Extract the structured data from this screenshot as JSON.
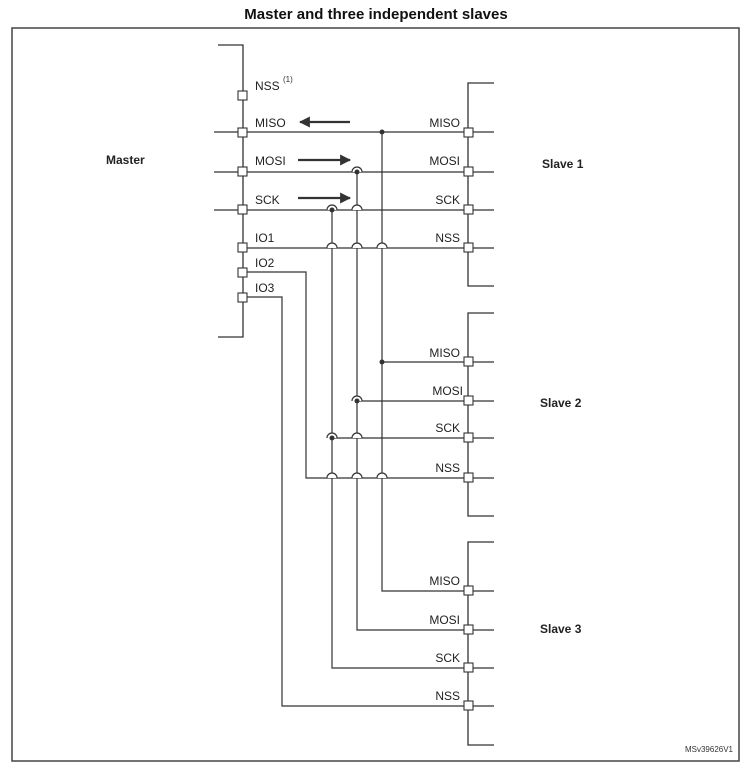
{
  "title": "Master and three independent slaves",
  "master": {
    "label": "Master",
    "nss": "NSS",
    "nss_note": "(1)",
    "miso": "MISO",
    "mosi": "MOSI",
    "sck": "SCK",
    "io1": "IO1",
    "io2": "IO2",
    "io3": "IO3"
  },
  "slaves": [
    {
      "label": "Slave 1",
      "miso": "MISO",
      "mosi": "MOSI",
      "sck": "SCK",
      "nss": "NSS"
    },
    {
      "label": "Slave 2",
      "miso": "MISO",
      "mosi": "MOSI",
      "sck": "SCK",
      "nss": "NSS"
    },
    {
      "label": "Slave 3",
      "miso": "MISO",
      "mosi": "MOSI",
      "sck": "SCK",
      "nss": "NSS"
    }
  ],
  "version": "MSv39626V1",
  "colors": {
    "line": "#333333",
    "frame": "#444444"
  }
}
